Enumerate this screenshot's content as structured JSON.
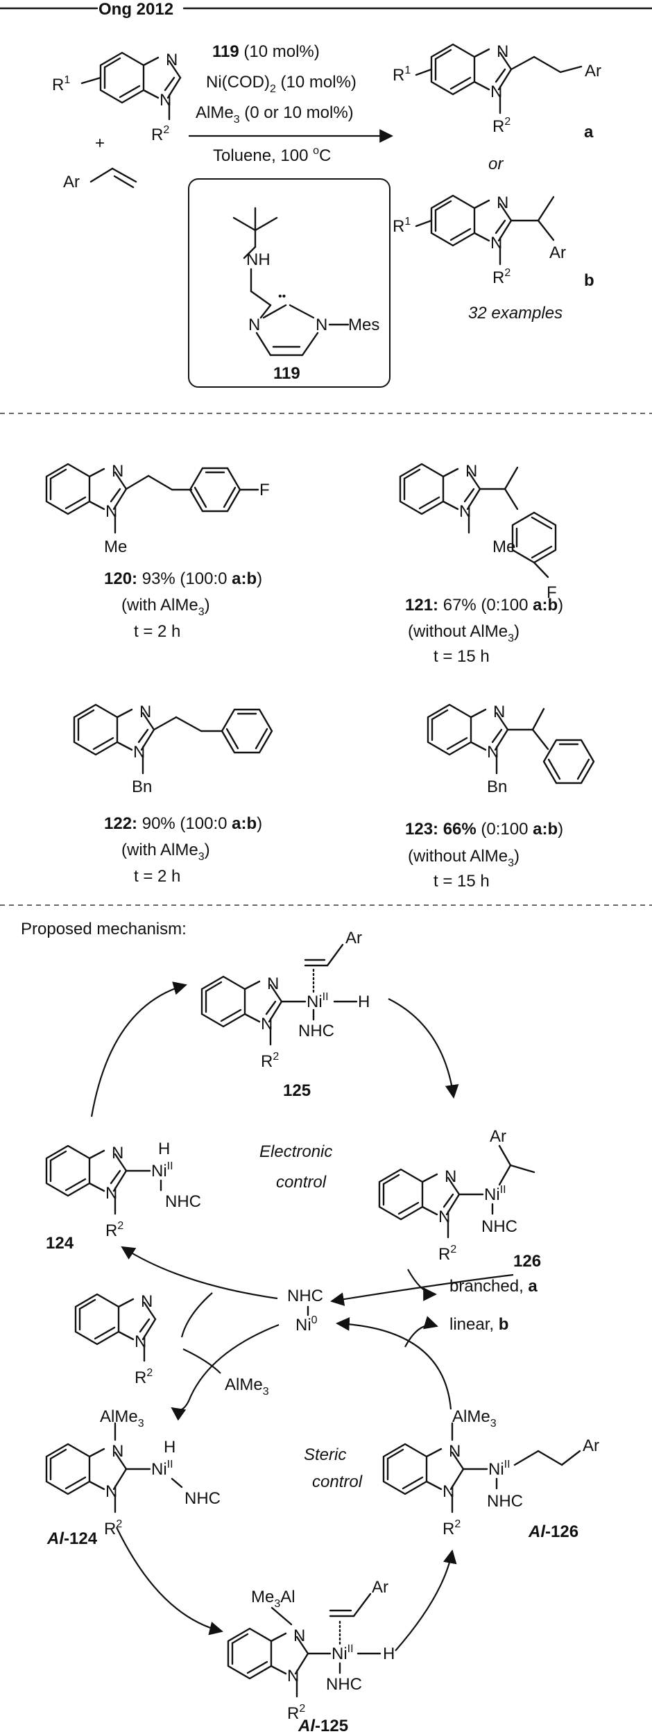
{
  "header": {
    "title": "Ong 2012"
  },
  "reaction": {
    "cat_num": "119",
    "cat_loading": " (10 mol%)",
    "ni_a": "Ni(COD)",
    "ni_sub": "2",
    "ni_b": " (10 mol%)",
    "al_a": "AlMe",
    "al_sub": "3",
    "al_b": " (0 or 10 mol%)",
    "cond_a": "Toluene, 100 ",
    "cond_sup": "o",
    "cond_b": "C",
    "plus": "+",
    "or": "or",
    "product_a": "a",
    "product_b": "b",
    "examples": "32 examples",
    "R1": "R",
    "R1_sup": "1",
    "R2": "R",
    "R2_sup": "2",
    "N": "N",
    "Ar": "Ar",
    "box": {
      "NH": "NH",
      "Mes": "Mes",
      "dots": "••",
      "label": "119"
    }
  },
  "examples": [
    {
      "num": "120:",
      "pre": "",
      "yield": " 93% (100:0 ",
      "ratio": "a:b",
      "post": ")",
      "cond_a": "(with AlMe",
      "cond_sub": "3",
      "cond_b": ")",
      "time": "t = 2 h",
      "sub_a": "Me",
      "sub_b": "F"
    },
    {
      "num": "121:",
      "pre": "",
      "yield": " 67% (0:100 ",
      "ratio": "a:b",
      "post": ")",
      "cond_a": "(without AlMe",
      "cond_sub": "3",
      "cond_b": ")",
      "time": "t = 15 h",
      "sub_a": "Me",
      "sub_b": "F"
    },
    {
      "num": "122:",
      "pre": "",
      "yield": " 90% (100:0 ",
      "ratio": "a:b",
      "post": ")",
      "cond_a": "(with AlMe",
      "cond_sub": "3",
      "cond_b": ")",
      "time": "t = 2 h",
      "sub_a": "Bn",
      "sub_b": ""
    },
    {
      "num": "123: 66%",
      "pre": "",
      "yield": " (0:100 ",
      "ratio": "a:b",
      "post": ")",
      "cond_a": "(without AlMe",
      "cond_sub": "3",
      "cond_b": ")",
      "time": "t = 15 h",
      "sub_a": "Bn",
      "sub_b": ""
    }
  ],
  "mechanism": {
    "heading": "Proposed mechanism:",
    "electronic": [
      "Electronic",
      "control"
    ],
    "steric": [
      "Steric",
      "control"
    ],
    "ni": "Ni",
    "ni_II": "II",
    "ni_0": "0",
    "nhc": "NHC",
    "H": "H",
    "alme3_a": "AlMe",
    "alme3_sub": "3",
    "me3al_a": "Me",
    "me3al_sub": "3",
    "me3al_b": "Al",
    "branched_a": "branched, ",
    "branched_b": "a",
    "linear_a": "linear, ",
    "linear_b": "b",
    "lbl_125": "125",
    "lbl_124": "124",
    "lbl_126": "126",
    "al_prefix": "Al",
    "lbl_al124": "-124",
    "lbl_al125": "-125",
    "lbl_al126": "-126"
  }
}
